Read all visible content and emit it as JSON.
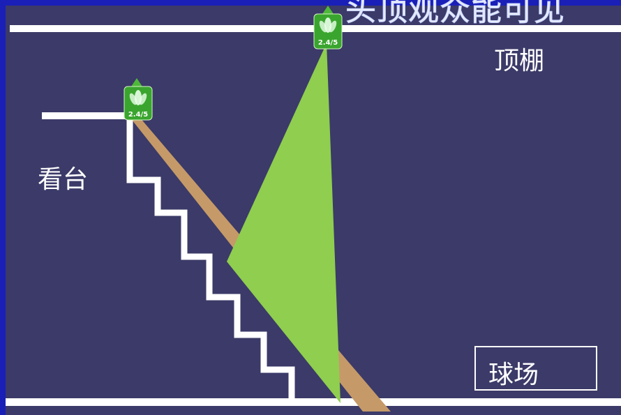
{
  "title": "头顶观众能可见",
  "labels": {
    "ceiling": "顶棚",
    "stand": "看台",
    "court": "球场"
  },
  "speakers": [
    {
      "name": "stand-speaker",
      "rating": "2.4/5",
      "icon": "speaker-leaf-icon"
    },
    {
      "name": "ceiling-speaker",
      "rating": "2.4/5",
      "icon": "speaker-leaf-icon"
    }
  ],
  "colors": {
    "frame": "#1a1fb8",
    "background": "#3b3a68",
    "lines": "#ffffff",
    "ceiling_coverage": "#8fce4f",
    "stand_coverage": "#c59a68",
    "badge": "#3aa52e"
  }
}
